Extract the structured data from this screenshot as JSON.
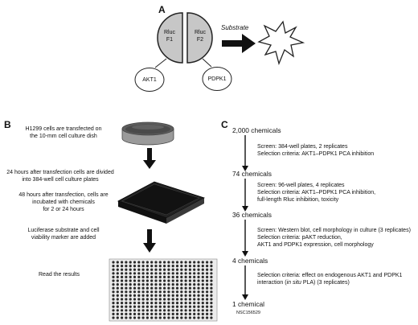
{
  "panel_a": {
    "letter": "A",
    "left_fragment": {
      "line1": "Rluc",
      "line2": "F1"
    },
    "right_fragment": {
      "line1": "Rluc",
      "line2": "F2"
    },
    "left_protein": "AKT1",
    "right_protein": "PDPK1",
    "substrate_label": "Substrate"
  },
  "panel_b": {
    "letter": "B",
    "steps": [
      {
        "lines": [
          "H1299 cells are transfected on",
          "the 10-mm cell culture dish"
        ]
      },
      {
        "lines": [
          "24 hours after transfection cells are divided",
          "into 384-well cell culture plates"
        ]
      },
      {
        "lines": [
          "48 hours after transfection, cells are",
          "incubated with chemicals",
          "for 2 or 24 hours"
        ]
      },
      {
        "lines": [
          "Luciferase substrate and cell",
          "viability marker are added"
        ]
      },
      {
        "lines": [
          "Read the results"
        ]
      }
    ]
  },
  "panel_c": {
    "letter": "C",
    "counts": [
      {
        "label": "2,000 chemicals"
      },
      {
        "label": "74 chemicals"
      },
      {
        "label": "36 chemicals"
      },
      {
        "label": "4 chemicals"
      },
      {
        "label": "1 chemical",
        "sub": "NSC156529"
      }
    ],
    "screens": [
      {
        "lines": [
          "Screen: 384-well plates, 2 replicates",
          "Selection criteria: AKT1–PDPK1 PCA inhibition"
        ]
      },
      {
        "lines": [
          "Screen: 96-well plates, 4 replicates",
          "Selection criteria: AKT1–PDPK1 PCA inhibition,",
          "full-length Rluc inhibition, toxicity"
        ]
      },
      {
        "lines": [
          "Screen: Western blot, cell morphology in culture (3 replicates)",
          "Selection criteria: pAKT reduction,",
          "AKT1 and PDPK1 expression, cell morphology"
        ]
      },
      {
        "lines": [
          "Selection criteria: effect on endogenous AKT1 and PDPK1",
          "interaction (",
          "in situ",
          " PLA) (3 replicates)"
        ]
      }
    ]
  }
}
